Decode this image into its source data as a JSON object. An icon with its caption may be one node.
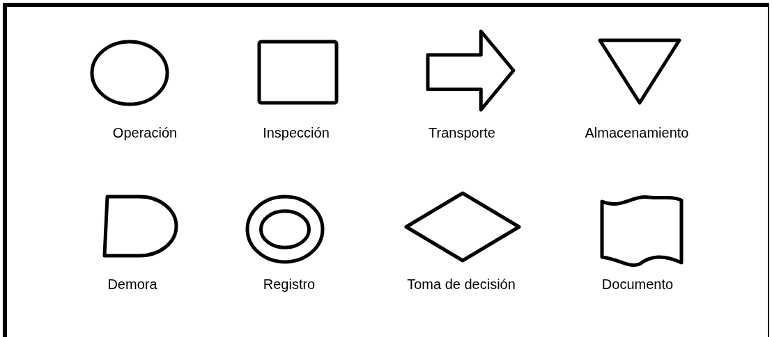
{
  "diagram": {
    "nodes": [
      {
        "text": [],
        "shape": "ellipse",
        "beside": [
          "Operación"
        ]
      },
      {
        "text": [],
        "shape": "box",
        "beside": [
          "Inspección"
        ]
      },
      {
        "text": [],
        "shape": "arrow",
        "beside": [
          "Transporte"
        ]
      },
      {
        "text": [],
        "shape": "triangle",
        "beside": [
          "Almacenamiento"
        ]
      },
      {
        "text": [],
        "shape": "delay",
        "beside": [
          "Demora"
        ]
      },
      {
        "text": [],
        "shape": "double-circle",
        "beside": [
          "Registro"
        ]
      },
      {
        "text": [],
        "shape": "diamond",
        "beside": [
          "Toma de decisión"
        ]
      },
      {
        "text": [],
        "shape": "document",
        "beside": [
          "Documento"
        ]
      }
    ]
  }
}
